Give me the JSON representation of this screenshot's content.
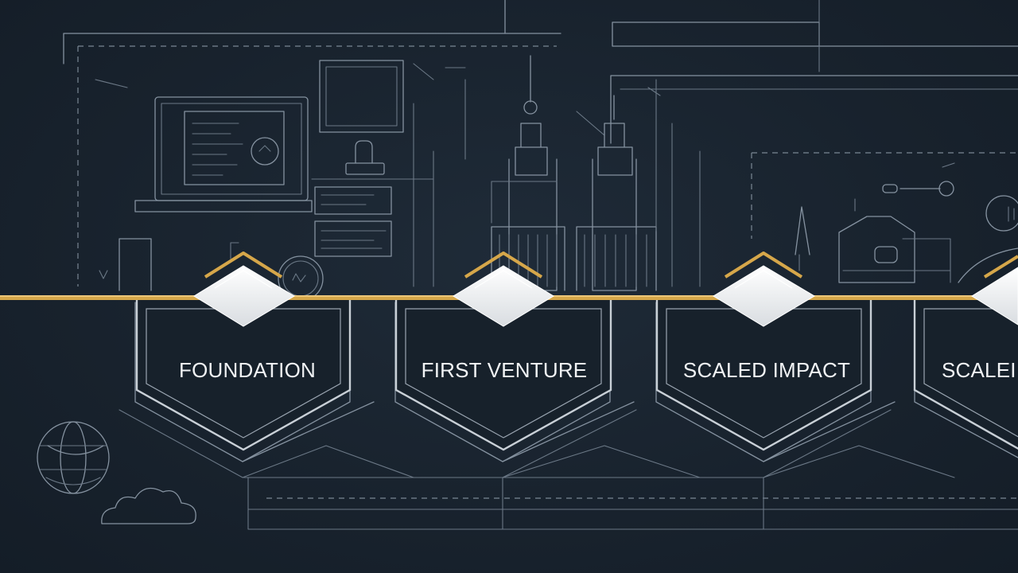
{
  "colors": {
    "background": "#1a2531",
    "line_art": "#8592a0",
    "accent_gold": "#d6a74a",
    "node_white": "#f2f2f2",
    "label_text": "#f1f3f5"
  },
  "timeline": {
    "stages": [
      {
        "label": "FOUNDATION",
        "icon": "diamond-node-icon"
      },
      {
        "label": "FIRST VENTURE",
        "icon": "diamond-node-icon"
      },
      {
        "label": "SCALED IMPACT",
        "icon": "diamond-node-icon"
      },
      {
        "label": "SCALEI",
        "icon": "diamond-node-icon"
      }
    ]
  },
  "decor": {
    "icons": [
      "monitor-icon",
      "picture-frame-icon",
      "lock-icon",
      "factory-icon",
      "chart-icon",
      "key-icon",
      "globe-icon",
      "cloud-icon"
    ]
  }
}
